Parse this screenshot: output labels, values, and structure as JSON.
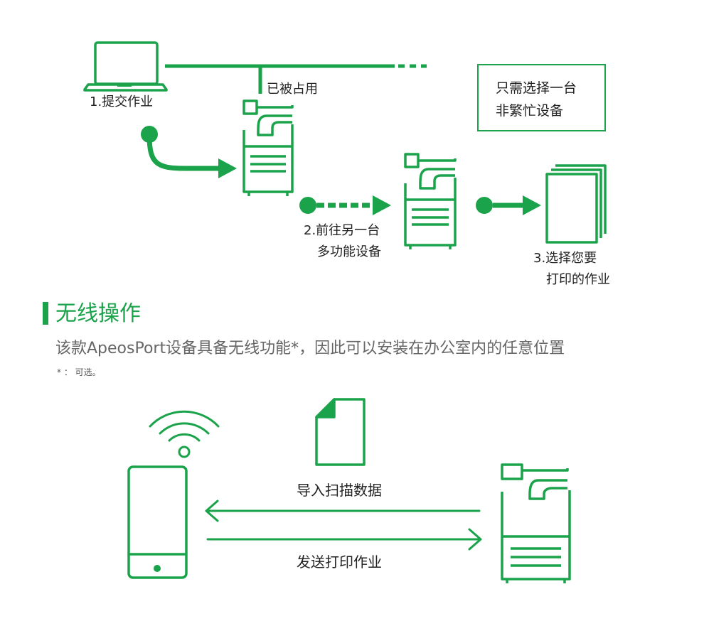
{
  "colors": {
    "accent": "#1aa34a",
    "text": "#222222",
    "muted": "#666666"
  },
  "top_diagram": {
    "step1_label": "1.提交作业",
    "occupied_label": "已被占用",
    "note_line1": "只需选择一台",
    "note_line2": "非繁忙设备",
    "step2_line1": "2.前往另一台",
    "step2_line2": "多功能设备",
    "step3_line1": "3.选择您要",
    "step3_line2": "打印的作业"
  },
  "section": {
    "title": "无线操作",
    "description": "该款ApeosPort设备具备无线功能*，因此可以安装在办公室内的任意位置",
    "footnote": "* ： 可选。"
  },
  "bottom_diagram": {
    "import_label": "导入扫描数据",
    "send_label": "发送打印作业"
  },
  "icons": [
    "laptop-icon",
    "printer-icon",
    "document-stack-icon",
    "smartphone-icon",
    "wifi-icon",
    "document-icon"
  ]
}
